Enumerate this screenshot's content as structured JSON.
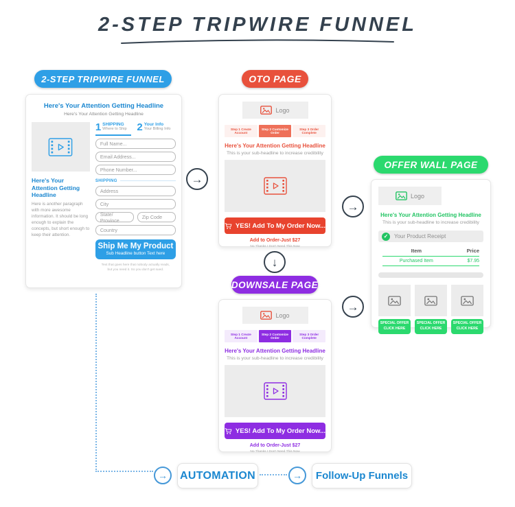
{
  "title": "2-STEP TRIPWIRE FUNNEL",
  "icons": {
    "arrow_right": "→",
    "arrow_down": "↓",
    "check": "✓"
  },
  "colors": {
    "blue": "#2e9fe6",
    "red": "#e8513c",
    "purple": "#8e2de2",
    "green": "#2bd96e",
    "navy": "#34414e"
  },
  "optin": {
    "badge": "2-STEP TRIPWIRE FUNNEL",
    "headline": "Here's Your Attention Getting Headline",
    "subheadline": "Here's Your Attention Getting Headline",
    "video_headline": "Here's Your Attention Getting Headline",
    "paragraph": "Here is another paragraph with more awesome information. It should be long enough to explain the concepts, but short enough to keep their attention.",
    "tabs": [
      {
        "num": "1",
        "title": "SHIPPING",
        "sub": "Where to Ship"
      },
      {
        "num": "2",
        "title": "Your Info",
        "sub": "Your Billing Info"
      }
    ],
    "fields": {
      "full_name": "Full Name...",
      "email": "Email Address...",
      "phone": "Phone Number...",
      "section": "SHIPPING",
      "address": "Address",
      "city": "City",
      "state": "State/ Province",
      "zip": "Zip Code",
      "country": "Country"
    },
    "button": "Ship Me My Product",
    "button_sub": "Sub Headline button Text here",
    "disclaimer_line1": "Text that goes here that nobody actually reads,",
    "disclaimer_line2": "but you need it. So you don't get sued."
  },
  "oto": {
    "badge": "OTO PAGE",
    "logo": "Logo",
    "steps": [
      "Step 1 Create Account",
      "Step 2 Customize Order",
      "Step 3 Order Complete"
    ],
    "headline": "Here's Your Attention Getting Headline",
    "subheadline": "This is your sub-headline to increase credibility",
    "button": "YES! Add To My Order Now...",
    "offer_text": "Add to Order-Just $27",
    "decline_text": "No Thanks I Don't Need This Now"
  },
  "downsale": {
    "badge": "DOWNSALE PAGE",
    "logo": "Logo",
    "steps": [
      "Step 1 Create Account",
      "Step 2 Customize Order",
      "Step 3 Order Complete"
    ],
    "headline": "Here's Your Attention Getting Headline",
    "subheadline": "This is your sub-headline to increase credibility",
    "button": "YES! Add To My Order Now...",
    "offer_text": "Add to Order-Just $27",
    "decline_text": "No Thanks I Don't Need This Now"
  },
  "offerwall": {
    "badge": "OFFER WALL PAGE",
    "logo": "Logo",
    "headline": "Here's Your Attention Getting Headline",
    "subheadline": "This is your sub-headline to increase credibility",
    "receipt_label": "Your Product Receipt",
    "table": {
      "col_item": "Item",
      "col_price": "Price",
      "row_item": "Purchased Item",
      "row_price": "$7.95"
    },
    "offers": [
      {
        "line1": "SPECIAL OFFER",
        "line2": "CLICK HERE"
      },
      {
        "line1": "SPECIAL OFFER",
        "line2": "CLICK HERE"
      },
      {
        "line1": "SPECIAL OFFER",
        "line2": "CLICK HERE"
      }
    ]
  },
  "bottom": {
    "automation_label": "AUTOMATION",
    "followup_label": "Follow-Up Funnels"
  }
}
